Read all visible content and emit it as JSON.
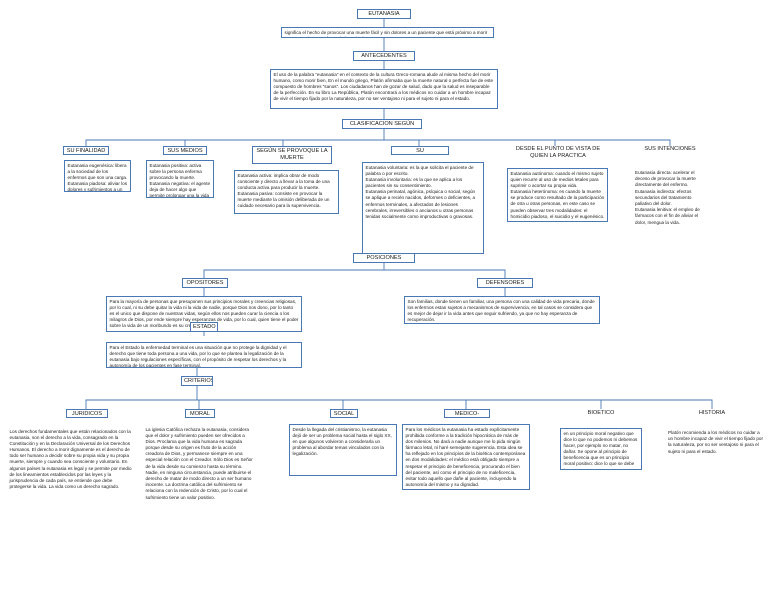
{
  "root": {
    "title": "EUTANASIA"
  },
  "definition": {
    "text": "significa el hecho de provocar una muerte fácil y sin dolores a un paciente que está próximo a morir por causa de una enfermedad terminal."
  },
  "antecedentes": {
    "title": "ANTECEDENTES",
    "text": "El uso de la palabra “eutanasia” en el contexto de la cultura Greco-romana alude al misma hecho del morir humano, como morir bien, En el mundo griego, Platón afirmaba que la muerte natural o perfecta fue de este compuesto de hombres “sanos”. Los ciudadanos han de gozar de salud, dado que la salud es inseparable de la perfección. En su libro La República, Platón encontrará a los médicos no cuidar a un hombre incapaz de vivir el tiempo fijado por la naturaleza, por no ser ventajoso ni para el sujeto ni para el estado."
  },
  "clasificacion": {
    "title": "CLASIFICACION SEGÚN",
    "categories": [
      {
        "title": "SU FINALIDAD",
        "text": "Eutanasia eugenésica: libera a la sociedad de los enfermos que son una carga.\nEutanasia piadosa: aliviar los dolores y sufrimientos a un enfermo."
      },
      {
        "title": "SUS MEDIOS",
        "text": "Eutanasia positiva: activa sobre la persona enferma provocando la muerte.\nEutanasia negativa: el agente deja de hacer algo que permite prolongar una la vida del paciente."
      },
      {
        "title": "SEGÚN SE PROVOQUE LA MUERTE",
        "text": "Eutanasia activa: implica obrar de modo consciente y directo a llevar a la toma de una conducta activa para producir la muerte.\nEutanasia pasiva: consiste en provocar la muerte mediante la omisión deliberada de un cuidado necesario para la supervivencia."
      },
      {
        "title": "SU VOLUNTARIEDAD",
        "text": "Eutanasia voluntaria: es la que solicita el paciente de palabra o por escrito.\nEutanasia involuntaria: es la que se aplica a los pacientes sin su consentimiento.\nEutanasia perinatal, agónica, psíquica o social, según se aplique a recién nacidos, deformes o deficientes, a enfermos terminales, a afectados de lesiones cerebrales, irreversibles o ancianos u otras personas tenidas socialmente como improductivas o gravosas."
      },
      {
        "title": "DESDE EL PUNTO DE VISTA DE QUIEN LA PRACTICA",
        "text": "Eutanasia autónoma: cuando el mismo sujeto quien recurre al uso de medios letales para suprimir o acortar su propia vida.\nEutanasia heterónoma: es cuando la muerte se produce como resultado de la participación de otra u otras personas, en este caso se pueden observar tres modalidades: el homicidio piadoso, el suicidio y el eugenésico."
      },
      {
        "title": "SUS INTENCIONES",
        "text": "Eutanasia directa: acelerar el deceso de provocar la muerte directamente del enfermo.\nEutanasia indirecta: efectos secundarios del tratamiento paliativo del dolor.\nEutanasia lenitiva: el empleo de fármacos con el fin de aliviar el dolor, mengua la vida."
      }
    ]
  },
  "posiciones": {
    "title": "POSICIONES",
    "opositores": {
      "title": "OPOSITORES",
      "text": "Para la mayoría de personas que presuponen sus principios morales y creencias religiosas, por lo cual, ni su debe quitar la vida ni la vida de nadie, porque Dios nos dono, por lo tanto es el unico que dispone de nuestras vidas, según ellos nos pueden curar la ciencia o los milagros de Dios, por ende siempre hay esperanzas de vida, por lo cual, quien tiene el poder sobre la vida de un moribundo es su creencia."
    },
    "defensores": {
      "title": "DEFENSORES",
      "text": "Son familias, donde tienen un familiar, una persona con una calidad de vida precaria, donde los enfermos estan sujetos a mecanismos de supervivencia, en tal casos se considera que es mejor de dejar ir la vida antes que seguir sufriendo, ya que no hay esperanza de recuperación."
    },
    "estado": {
      "title": "ESTADO",
      "text": "Para el Estado la enfermedad terminal es una situación que no protege la dignidad y el derecho que tiene toda persona a una vida, por lo que se plantea la legalización de la eutanasia bajo regulaciones específicas, con el propósito de respetar los derechos y la autonomía de los pacientes en fase terminal."
    }
  },
  "criterios": {
    "title": "CRITERIOS",
    "items": [
      {
        "title": "JURIDICOS",
        "text": "Los derechos fundamentales que están relacionados con la eutanasia, son el derecho a la vida, consagrado en la Constitución y en la Declaración Universal de los Derechos Humanos. El derecho a morir dignamente es el derecho de todo ser humano a decidir sobre su propia vida y su propia muerte, siempre y cuando sea consciente y voluntario. En algunos países la eutanasia es legal y se permite por medio de los lineamientos establecidos por las leyes y la jurisprudencia de cada país, se entiende que debe protegerse la vida. La vida como un derecho sagrado."
      },
      {
        "title": "MORAL",
        "text": "La iglesia Católica rechaza la eutanasia, considera que el dolor y sufrimiento pueden ser ofrecidos a Dios. Proclama que la vida humana es sagrada porque desde su origen es fruto de la acción creadora de Dios, y permanece siempre en una especial relación con el Creador. Sólo Dios es Señor de la vida desde su comienzo hasta su término. Nadie, en ninguna circunstancia, puede atribuirse el derecho de matar de modo directo a un ser humano inocente. La doctrina católica del sufrimiento se relaciona con la redención de Cristo, por lo cual el sufrimiento tiene un valor positivo."
      },
      {
        "title": "SOCIAL",
        "text": "Desde la llegada del cristianismo, la eutanasia dejó de ser un problema social hasta el siglo XX, en que algunos volvieron a considerarla un problema al abordar temas vinculados con la legalización."
      },
      {
        "title": "MEDICO-SALUD",
        "text": "Para los médicos la eutanasia ha estado explícitamente prohibida conforme a la tradición hipocrática de más de dos milenios. No dará a nadie aunque me lo pida ningún fármaco letal, ni haré semejante sugerencia. Esta idea se ha reflejado en los principios de la bioética contemporánea en dos modalidades: el médico está obligado siempre a respetar el principio de beneficencia, procurando el bien del paciente, así como el principio de no maleficencia, evitar todo aquello que dañe al paciente, incluyendo la autonomía del mismo y su dignidad."
      },
      {
        "title": "BIOETICO",
        "text": "en un principio moral negativo que dice lo que no podemos ni debemos hacer, por ejemplo no matar, no dañar. Se opone al principio de beneficencia que es un principio moral positivo: dice lo que se debe hacer."
      },
      {
        "title": "HISTORIA",
        "text": "Platón recomienda a los médicos no cuidar a un hombre incapaz de vivir el tiempo fijado por la naturaleza, por no ser ventajoso ni para el sujeto ni para el estado."
      }
    ]
  }
}
